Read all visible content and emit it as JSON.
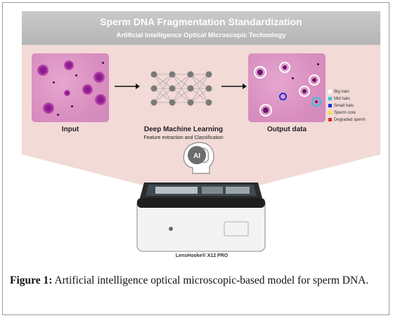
{
  "figure": {
    "title": "Sperm DNA Fragmentation Standardization",
    "subtitle": "Artificial Intelligence Optical Microscopic Technology",
    "stages": {
      "input_label": "Input",
      "model_label": "Deep Machine Learning",
      "model_sublabel": "Feature extraction and Classification",
      "output_label": "Output data"
    },
    "legend": [
      {
        "label": "Big halo",
        "color": "#ffffff"
      },
      {
        "label": "Mid halo",
        "color": "#35c7d6"
      },
      {
        "label": "Small halo",
        "color": "#1d2fd1"
      },
      {
        "label": "Sperm core",
        "color": "#f5e23a"
      },
      {
        "label": "Degraded sperm",
        "color": "#d9262e"
      }
    ],
    "ai_badge": "AI",
    "device_label": "LensHooke® X12 PRO"
  },
  "caption": {
    "label": "Figure 1:",
    "text": " Artificial intelligence optical microscopic-based model for sperm DNA."
  }
}
